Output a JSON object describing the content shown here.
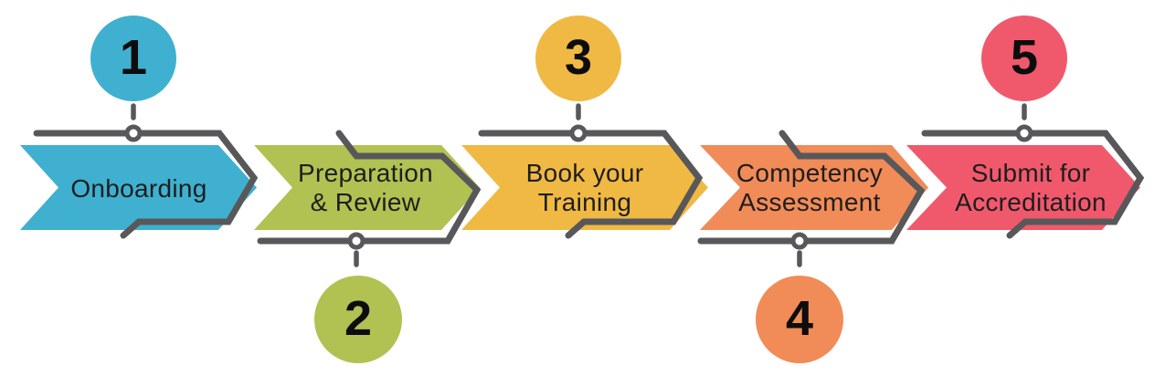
{
  "diagram": {
    "type": "process-flow",
    "background_color": "#ffffff",
    "outline_color": "#58585a",
    "label_color": "#1e1e1e",
    "number_color": "#0d0d0d",
    "node_fill": "#ffffff",
    "steps": [
      {
        "number": "1",
        "label": "Onboarding",
        "label_line1": "Onboarding",
        "label_line2": "",
        "color": "#3fb0d0",
        "badge_position": "top"
      },
      {
        "number": "2",
        "label": "Preparation & Review",
        "label_line1": "Preparation",
        "label_line2": "& Review",
        "color": "#b1c252",
        "badge_position": "bottom"
      },
      {
        "number": "3",
        "label": "Book your Training",
        "label_line1": "Book your",
        "label_line2": "Training",
        "color": "#f0b944",
        "badge_position": "top"
      },
      {
        "number": "4",
        "label": "Competency Assessment",
        "label_line1": "Competency",
        "label_line2": "Assessment",
        "color": "#f18b58",
        "badge_position": "bottom"
      },
      {
        "number": "5",
        "label": "Submit for Accreditation",
        "label_line1": "Submit for",
        "label_line2": "Accreditation",
        "color": "#f0596c",
        "badge_position": "top"
      }
    ]
  }
}
